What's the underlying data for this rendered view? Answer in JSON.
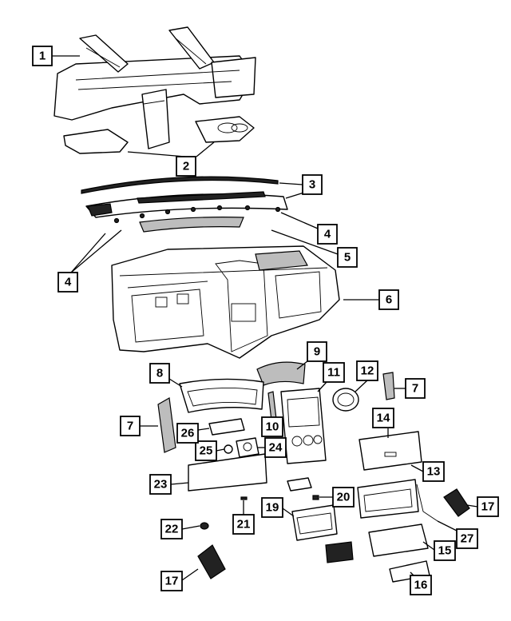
{
  "diagram": {
    "callouts": [
      {
        "id": "c1",
        "label": "1"
      },
      {
        "id": "c2",
        "label": "2"
      },
      {
        "id": "c3",
        "label": "3"
      },
      {
        "id": "c4a",
        "label": "4"
      },
      {
        "id": "c4b",
        "label": "4"
      },
      {
        "id": "c5",
        "label": "5"
      },
      {
        "id": "c6",
        "label": "6"
      },
      {
        "id": "c7a",
        "label": "7"
      },
      {
        "id": "c7b",
        "label": "7"
      },
      {
        "id": "c8",
        "label": "8"
      },
      {
        "id": "c9",
        "label": "9"
      },
      {
        "id": "c10",
        "label": "10"
      },
      {
        "id": "c11",
        "label": "11"
      },
      {
        "id": "c12",
        "label": "12"
      },
      {
        "id": "c13",
        "label": "13"
      },
      {
        "id": "c14",
        "label": "14"
      },
      {
        "id": "c15",
        "label": "15"
      },
      {
        "id": "c16",
        "label": "16"
      },
      {
        "id": "c17a",
        "label": "17"
      },
      {
        "id": "c17b",
        "label": "17"
      },
      {
        "id": "c19",
        "label": "19"
      },
      {
        "id": "c20",
        "label": "20"
      },
      {
        "id": "c21",
        "label": "21"
      },
      {
        "id": "c22",
        "label": "22"
      },
      {
        "id": "c23",
        "label": "23"
      },
      {
        "id": "c24",
        "label": "24"
      },
      {
        "id": "c25",
        "label": "25"
      },
      {
        "id": "c26",
        "label": "26"
      },
      {
        "id": "c27",
        "label": "27"
      }
    ]
  }
}
